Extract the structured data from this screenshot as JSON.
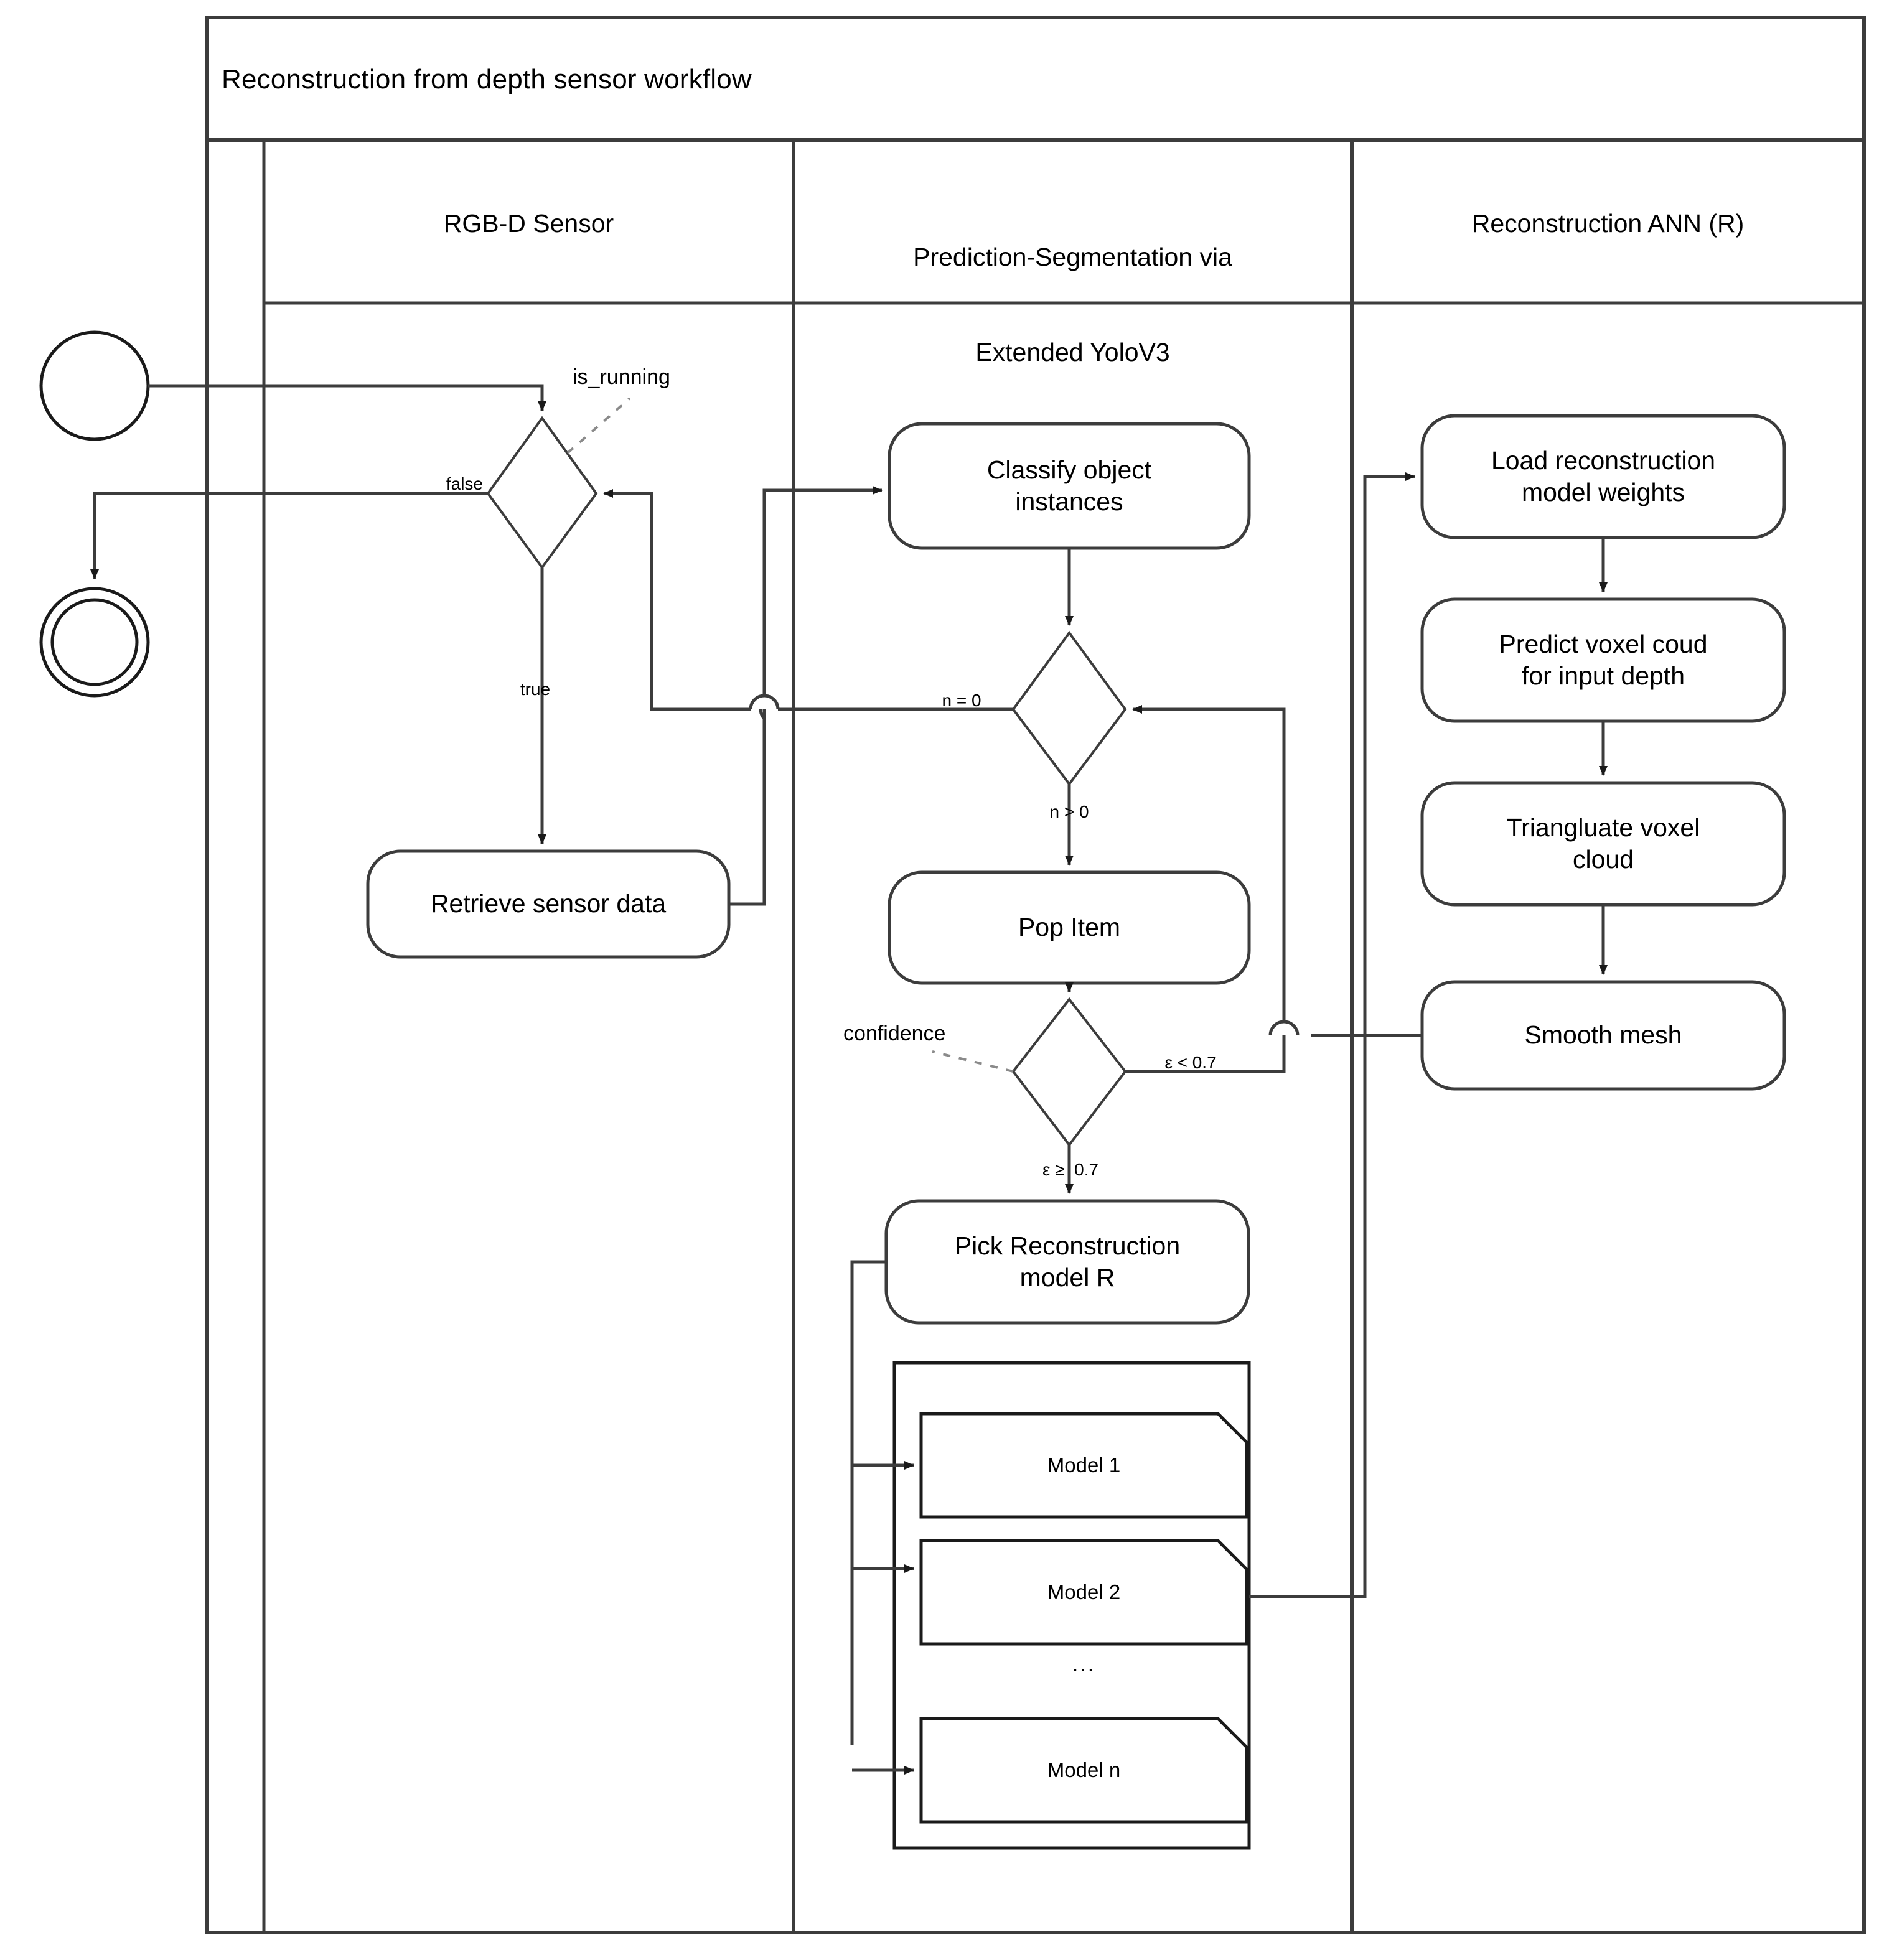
{
  "diagram": {
    "title": "Reconstruction from depth sensor workflow",
    "kind": "uml-activity-diagram"
  },
  "lanes": [
    {
      "id": "lane-rgbd",
      "label": "RGB-D Sensor"
    },
    {
      "id": "lane-pred",
      "label": "Prediction-Segmentation via\nExtended YoloV3",
      "line1": "Prediction-Segmentation via",
      "line2": "Extended YoloV3"
    },
    {
      "id": "lane-ann",
      "label": "Reconstruction ANN (R)"
    }
  ],
  "nodes": {
    "start": {
      "name": "initial-node",
      "label": ""
    },
    "end": {
      "name": "final-node",
      "label": ""
    },
    "is_running_decision": {
      "label": ""
    },
    "retrieve": {
      "label": "Retrieve sensor data"
    },
    "classify": {
      "line1": "Classify object",
      "line2": "instances",
      "label": "Classify object instances"
    },
    "count_decision": {
      "label": ""
    },
    "pop_item": {
      "label": "Pop Item"
    },
    "confidence_decision": {
      "label": ""
    },
    "pick_model": {
      "line1": "Pick Reconstruction",
      "line2": "model R",
      "label": "Pick Reconstruction model R"
    },
    "load_weights": {
      "line1": "Load reconstruction",
      "line2": "model weights",
      "label": "Load reconstruction model weights"
    },
    "predict_voxel": {
      "line1": "Predict voxel coud",
      "line2": "for input depth",
      "label": "Predict voxel coud for input depth"
    },
    "triangulate": {
      "line1": "Triangluate voxel",
      "line2": "cloud",
      "label": "Triangluate voxel cloud"
    },
    "smooth_mesh": {
      "label": "Smooth mesh"
    }
  },
  "models": {
    "items": [
      {
        "label": "Model 1"
      },
      {
        "label": "Model 2"
      },
      {
        "label": "Model n"
      }
    ],
    "ellipsis": "..."
  },
  "annotations": {
    "is_running": "is_running",
    "confidence": "confidence"
  },
  "edge_labels": {
    "false": "false",
    "true": "true",
    "n_eq_0": "n = 0",
    "n_gt_0": "n > 0",
    "eps_lt": "ε < 0.7",
    "eps_ge": "ε ≥  0.7"
  },
  "colors": {
    "stroke": "#3c3c3c",
    "stroke_dark": "#1a1a1a",
    "text": "#000000",
    "background": "#ffffff"
  }
}
